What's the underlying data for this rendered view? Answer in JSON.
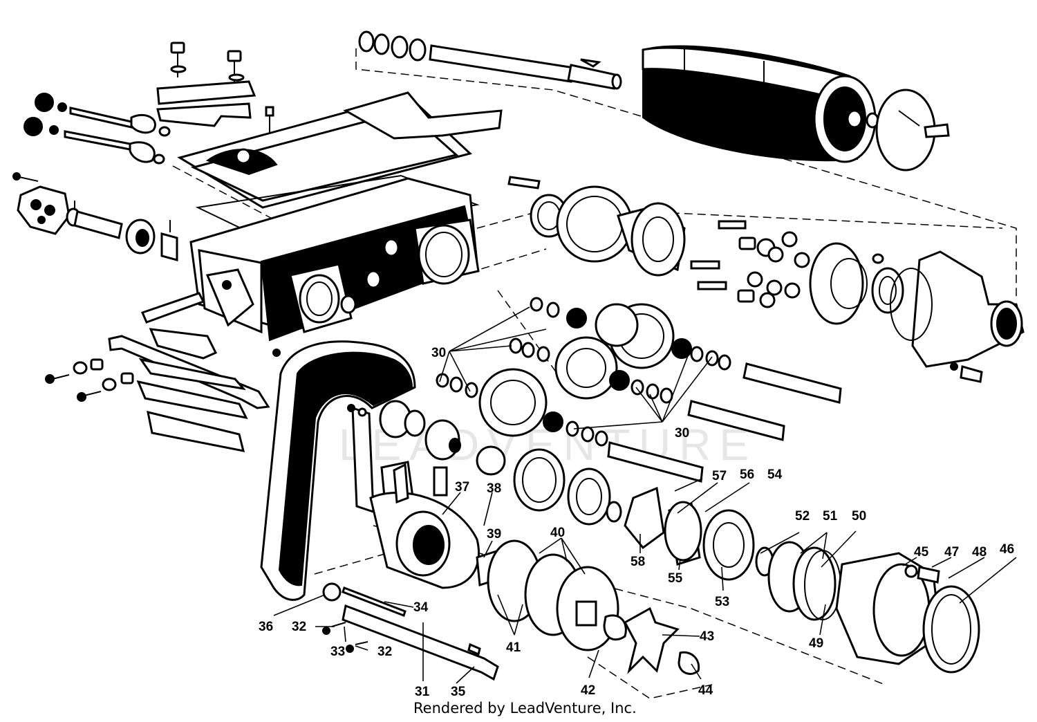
{
  "watermark": "LEADVENTURE",
  "footer": "Rendered by LeadVenture, Inc.",
  "callouts": {
    "c30a": "30",
    "c30b": "30",
    "c31": "31",
    "c32a": "32",
    "c32b": "32",
    "c33": "33",
    "c34": "34",
    "c35": "35",
    "c36": "36",
    "c37": "37",
    "c38": "38",
    "c39": "39",
    "c40": "40",
    "c41": "41",
    "c42": "42",
    "c43": "43",
    "c44": "44",
    "c45": "45",
    "c46": "46",
    "c47": "47",
    "c48": "48",
    "c49": "49",
    "c50": "50",
    "c51": "51",
    "c52": "52",
    "c53": "53",
    "c54": "54",
    "c55": "55",
    "c56": "56",
    "c57": "57",
    "c58": "58"
  }
}
